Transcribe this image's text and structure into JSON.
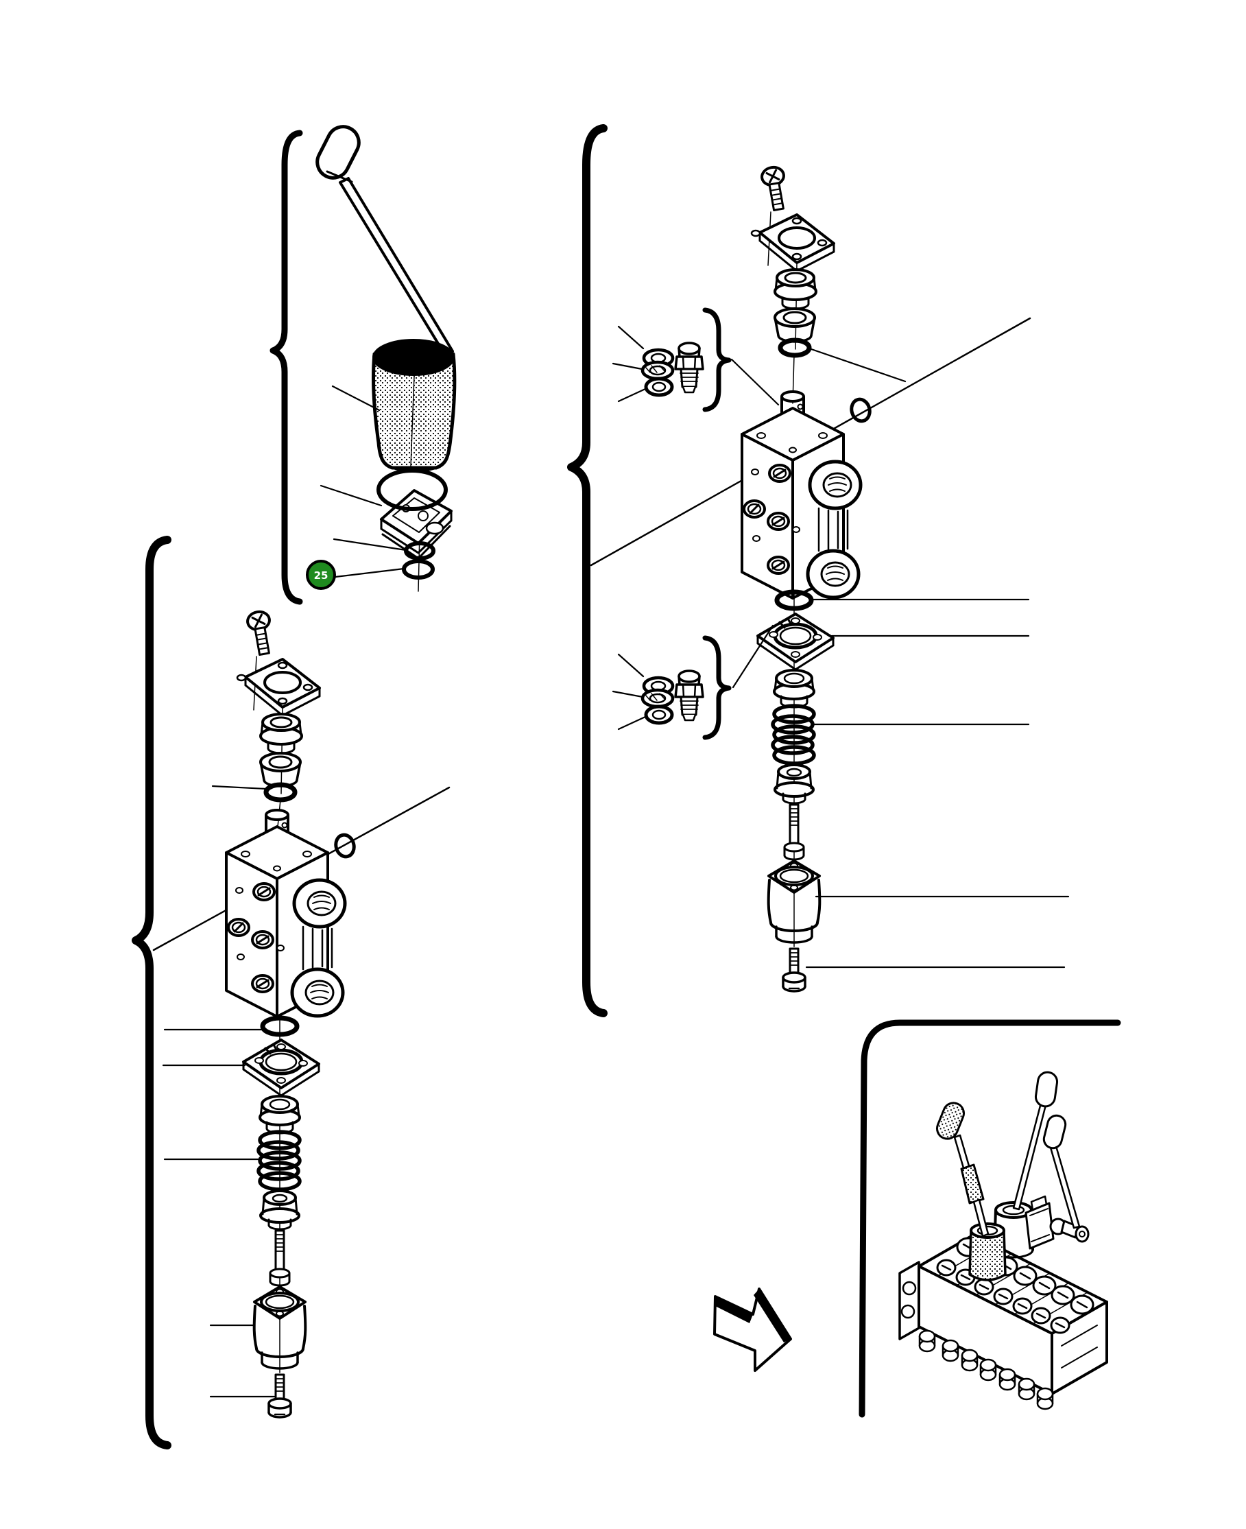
{
  "page": {
    "background": "#ffffff",
    "ink": "#000000"
  },
  "callout": {
    "number": "25",
    "badge_fill": "#1f8b1f",
    "badge_border": "#000000",
    "number_color": "#ffffff"
  },
  "icons": {
    "grouping_brace": "curly-brace",
    "pointer_arrow": "block-arrow-right"
  }
}
